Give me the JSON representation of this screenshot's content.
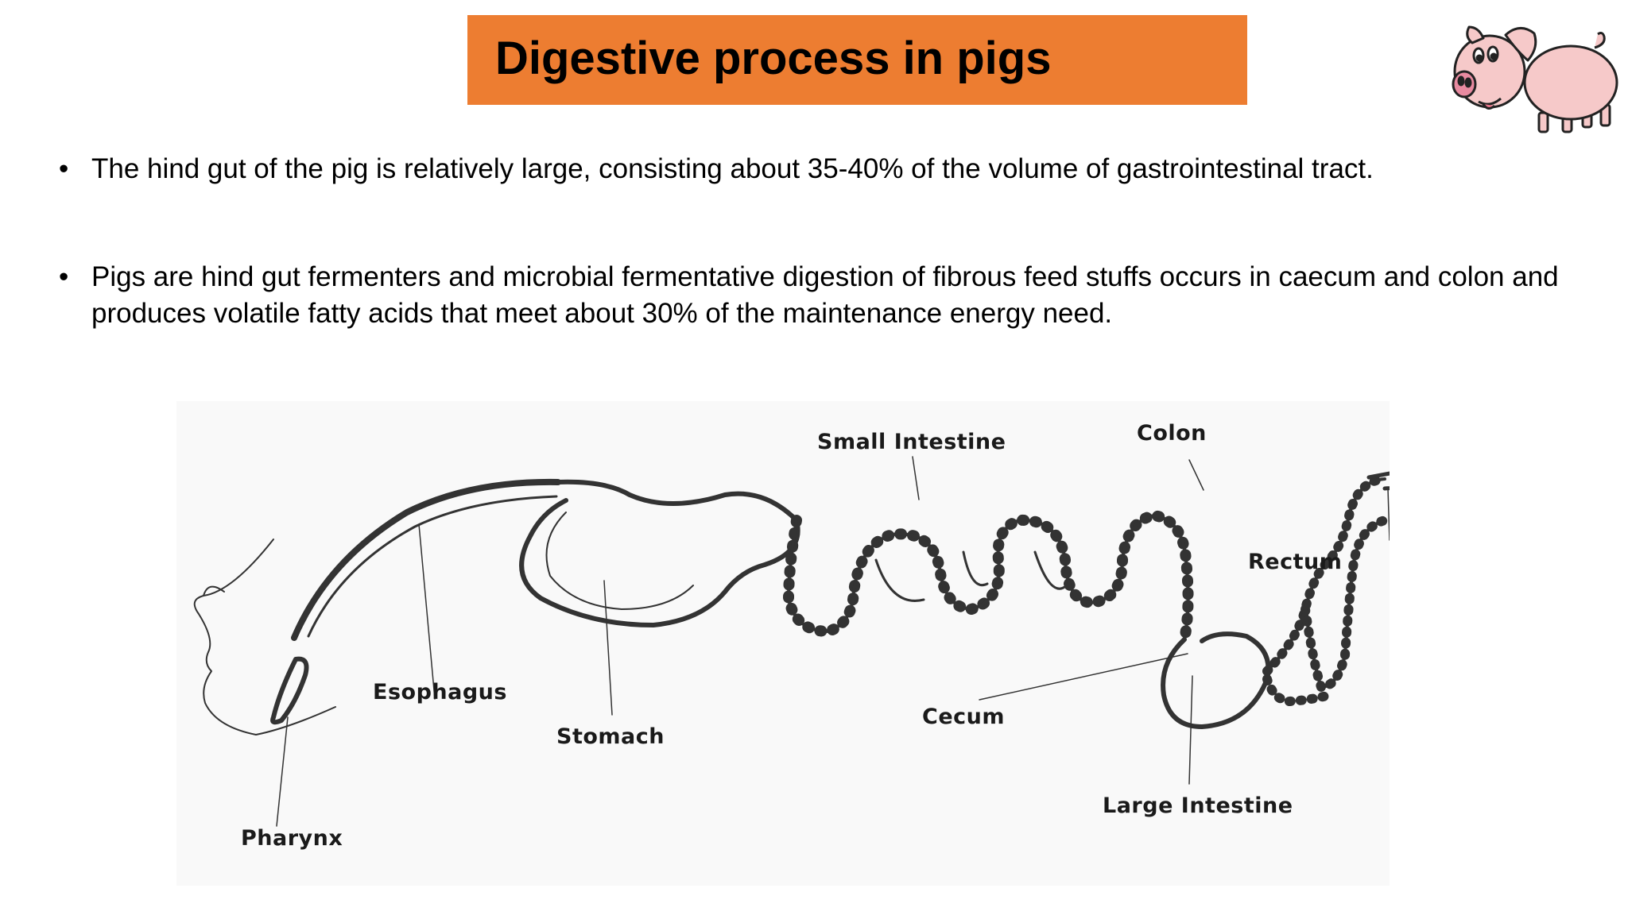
{
  "title": "Digestive process in pigs",
  "colors": {
    "title_bar": "#ED7D31"
  },
  "bullets": [
    {
      "marker": "•",
      "text": "The hind gut of the pig is relatively large, consisting about 35-40% of the volume of gastrointestinal tract."
    },
    {
      "marker": "•",
      "text": "Pigs are hind gut fermenters and microbial fermentative digestion of fibrous feed stuffs occurs in caecum and colon and produces volatile fatty acids that meet about 30% of the maintenance energy need."
    }
  ],
  "diagram": {
    "labels": {
      "small_intestine": "Small Intestine",
      "colon": "Colon",
      "rectum": "Rectum",
      "esophagus": "Esophagus",
      "stomach": "Stomach",
      "cecum": "Cecum",
      "large_intestine": "Large Intestine",
      "pharynx": "Pharynx"
    }
  },
  "icons": {
    "mascot": "pig-cartoon-icon"
  }
}
